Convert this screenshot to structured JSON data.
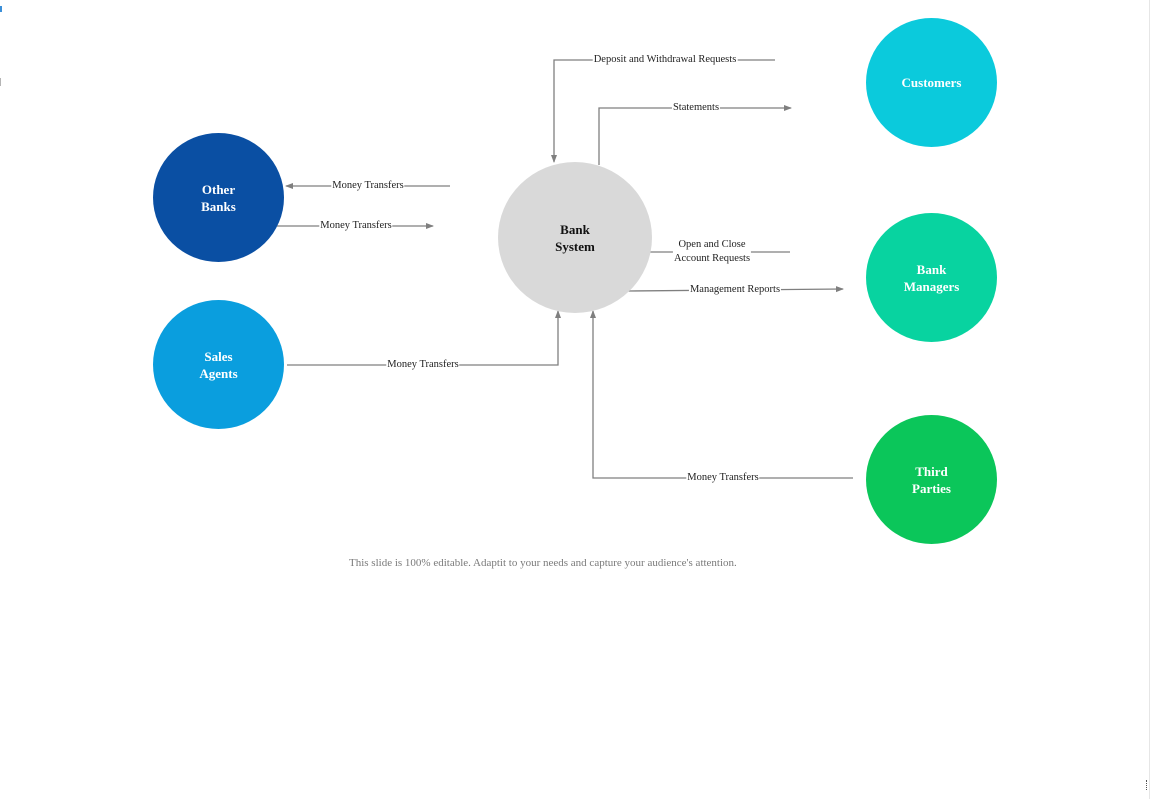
{
  "colors": {
    "other_banks": "#0a4fa3",
    "sales_agents": "#0a9ede",
    "bank_system": "#d9d9d9",
    "customers": "#0bcadc",
    "bank_managers": "#08d3a0",
    "third_parties": "#0bc65a",
    "arrow": "#7f7f7f"
  },
  "nodes": {
    "other_banks": "Other\nBanks",
    "sales_agents": "Sales\nAgents",
    "bank_system": "Bank\nSystem",
    "customers": "Customers",
    "bank_managers": "Bank\nManagers",
    "third_parties": "Third\nParties"
  },
  "edges": {
    "deposit_withdrawal": "Deposit and Withdrawal Requests",
    "statements": "Statements",
    "other_banks_in": "Money Transfers",
    "other_banks_out": "Money Transfers",
    "open_close": "Open and Close\nAccount Requests",
    "management_reports": "Management Reports",
    "sales_agents_transfer": "Money Transfers",
    "third_parties_transfer": "Money Transfers"
  },
  "footer": "This slide is 100% editable. Adaptit to your needs and capture your audience's attention."
}
